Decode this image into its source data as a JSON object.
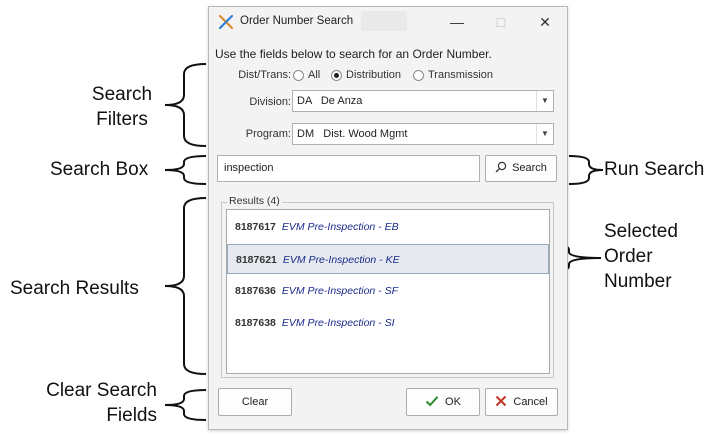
{
  "window": {
    "title": "Order Number Search",
    "minimize": "—",
    "maximize": "□",
    "close": "✕"
  },
  "intro": "Use the fields below to search for an Order Number.",
  "filters": {
    "dist_trans_label": "Dist/Trans:",
    "options": [
      "All",
      "Distribution",
      "Transmission"
    ],
    "selected": "Distribution",
    "division_label": "Division:",
    "division_value": "DA   De Anza",
    "program_label": "Program:",
    "program_value": "DM   Dist. Wood Mgmt"
  },
  "search": {
    "value": "inspection",
    "button_label": "Search"
  },
  "results": {
    "title": "Results (4)",
    "items": [
      {
        "number": "8187617",
        "desc": "EVM Pre-Inspection - EB"
      },
      {
        "number": "8187621",
        "desc": "EVM Pre-Inspection - KE"
      },
      {
        "number": "8187636",
        "desc": "EVM Pre-Inspection - SF"
      },
      {
        "number": "8187638",
        "desc": "EVM Pre-Inspection - SI"
      }
    ],
    "selected_index": 1
  },
  "buttons": {
    "clear": "Clear",
    "ok": "OK",
    "cancel": "Cancel"
  },
  "annotations": {
    "search_filters_1": "Search",
    "search_filters_2": "Filters",
    "search_box": "Search Box",
    "search_results": "Search Results",
    "clear_1": "Clear Search",
    "clear_2": "Fields",
    "run_search": "Run Search",
    "selected_1": "Selected",
    "selected_2": "Order",
    "selected_3": "Number"
  },
  "colors": {
    "accent_green": "#2e8b2e",
    "cancel_red": "#c0392b",
    "result_text": "#1a2a8a"
  }
}
